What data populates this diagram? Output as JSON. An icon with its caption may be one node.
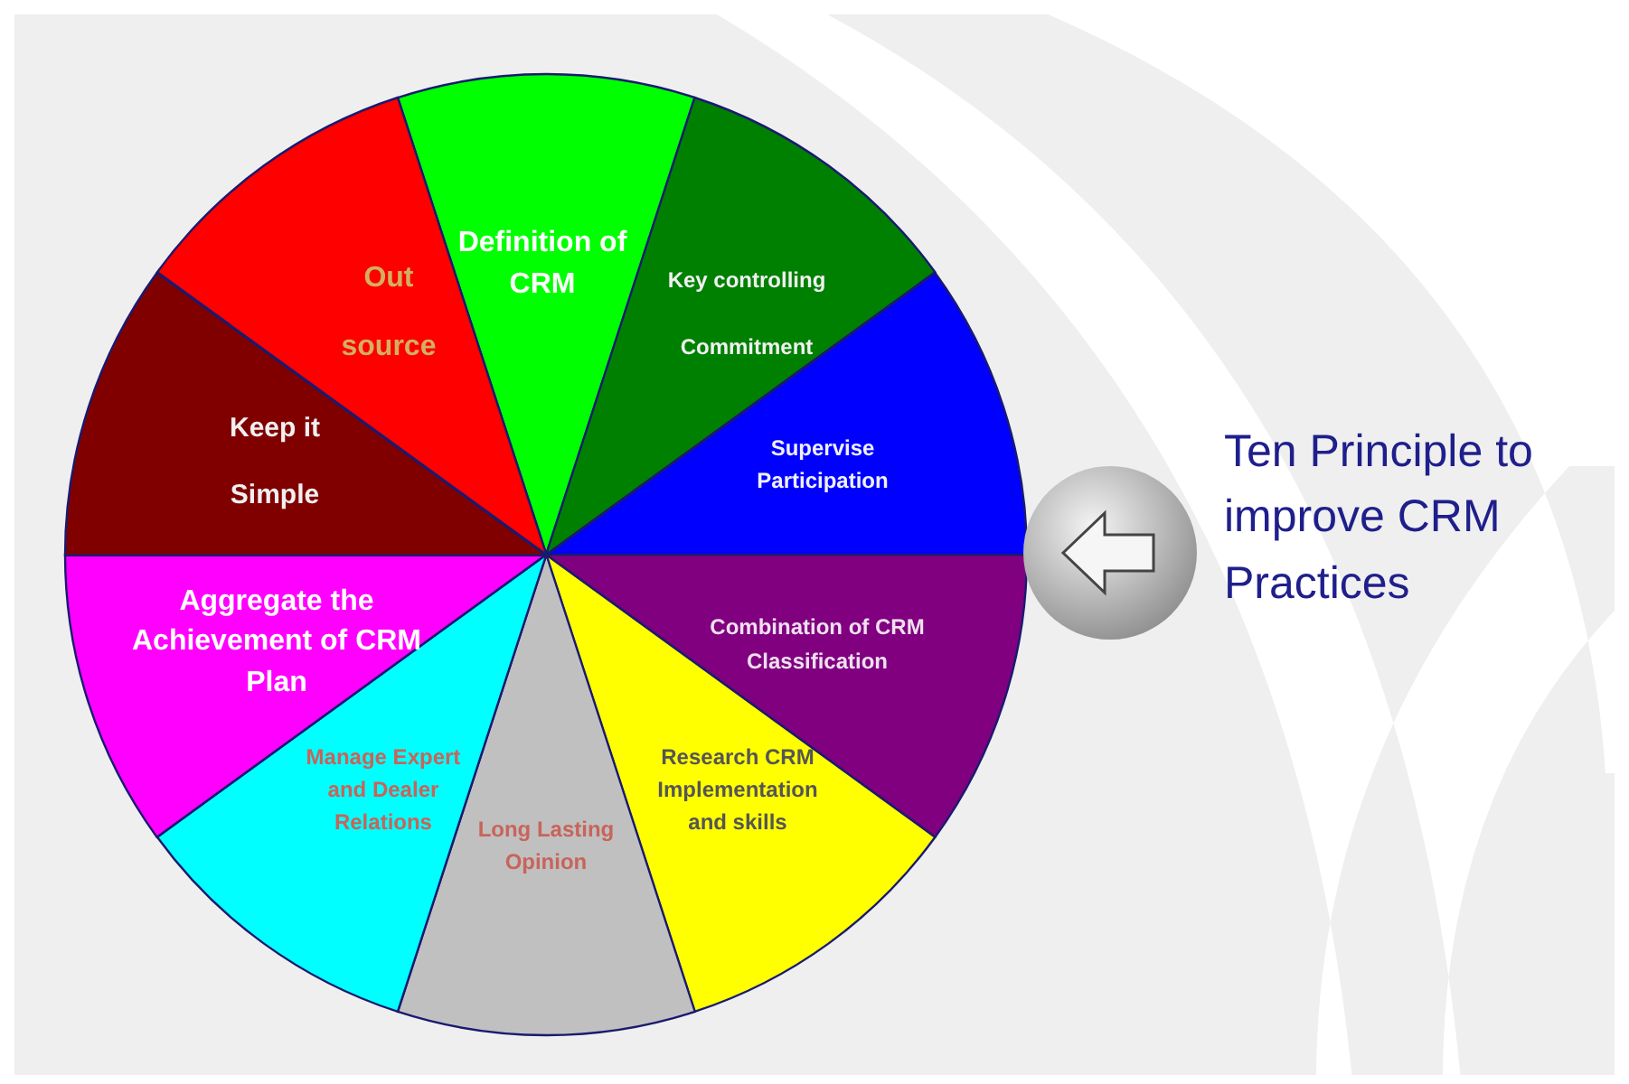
{
  "diagram": {
    "title": "Ten Principle to improve CRM Practices",
    "nodes": [
      {
        "text": [
          "Definition of CRM"
        ]
      },
      {
        "text": [
          "Key controlling Commitment"
        ]
      },
      {
        "text": [
          "Supervise Participation"
        ]
      },
      {
        "text": [
          "Combination of CRM Classification"
        ]
      },
      {
        "text": [
          "Research CRM Implementation and skills"
        ]
      },
      {
        "text": [
          "Long Lasting Opinion"
        ]
      },
      {
        "text": [
          "Manage Expert and Dealer Relations"
        ]
      },
      {
        "text": [
          "Aggregate the Achievement of CRM Plan"
        ]
      },
      {
        "text": [
          "Keep it Simple"
        ]
      },
      {
        "text": [
          "Out source"
        ]
      }
    ]
  }
}
